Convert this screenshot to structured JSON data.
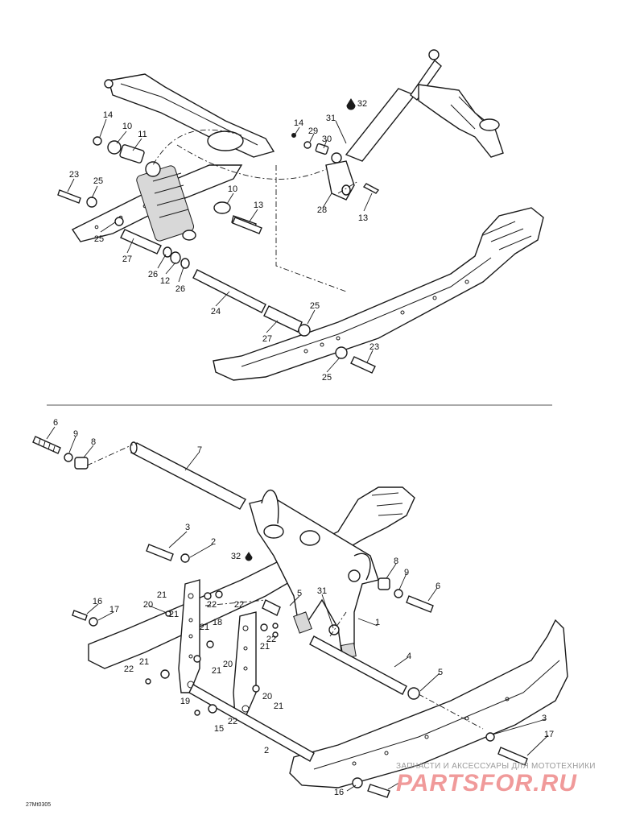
{
  "diagram": {
    "callouts_top": [
      "14",
      "10",
      "11",
      "23",
      "25",
      "25",
      "27",
      "26",
      "12",
      "26",
      "24",
      "27",
      "25",
      "23",
      "25",
      "10",
      "13",
      "14",
      "29",
      "30",
      "31",
      "32",
      "28",
      "13"
    ],
    "callouts_bottom": [
      "6",
      "9",
      "8",
      "7",
      "3",
      "2",
      "32",
      "5",
      "31",
      "1",
      "8",
      "9",
      "6",
      "4",
      "5",
      "16",
      "17",
      "20",
      "21",
      "22",
      "21",
      "22",
      "18",
      "21",
      "22",
      "21",
      "20",
      "22",
      "21",
      "21",
      "20",
      "19",
      "21",
      "22",
      "15",
      "2",
      "3",
      "17",
      "16"
    ]
  },
  "drawing_code": "27Mt0305",
  "watermark": {
    "tagline": "ЗАПЧАСТИ И АКСЕССУАРЫ ДЛЯ МОТОТЕХНИКИ",
    "logo": "PARTSFOR.RU"
  }
}
